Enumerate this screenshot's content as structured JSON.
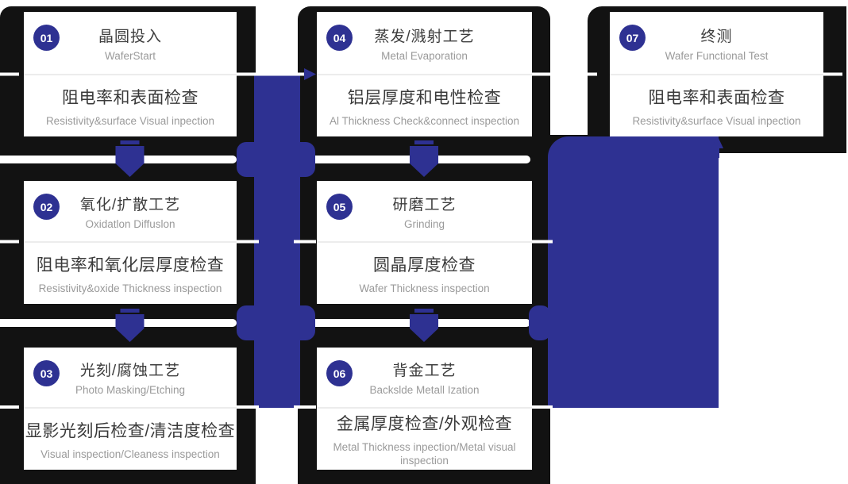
{
  "colors": {
    "accent_blue": "#2e3192",
    "frame_black": "#121212",
    "card_white": "#ffffff",
    "title_text": "#3d3d3d",
    "muted_text": "#9a9a9a"
  },
  "icons": {
    "down_arrow": "flow-down-arrow",
    "right_arrow": "flow-right-arrow",
    "up_arrow": "flow-up-arrow"
  },
  "steps": [
    {
      "number": "01",
      "title": "晶圆投入",
      "subtitle": "WaferStart",
      "inspection": "阻电率和表面检查",
      "inspection_en": "Resistivity&surface Visual inpection"
    },
    {
      "number": "02",
      "title": "氧化/扩散工艺",
      "subtitle": "Oxidatlon Diffuslon",
      "inspection": "阻电率和氧化层厚度检查",
      "inspection_en": "Resistivity&oxide Thickness inspection"
    },
    {
      "number": "03",
      "title": "光刻/腐蚀工艺",
      "subtitle": "Photo Masking/Etching",
      "inspection": "显影光刻后检查/清洁度检查",
      "inspection_en": "Visual inspection/Cleaness inspection"
    },
    {
      "number": "04",
      "title": "蒸发/溅射工艺",
      "subtitle": "Metal Evaporation",
      "inspection": "铝层厚度和电性检查",
      "inspection_en": "Al Thickness Check&connect inspection"
    },
    {
      "number": "05",
      "title": "研磨工艺",
      "subtitle": "Grinding",
      "inspection": "圆晶厚度检查",
      "inspection_en": "Wafer Thickness inspection"
    },
    {
      "number": "06",
      "title": "背金工艺",
      "subtitle": "Backslde Metall Ization",
      "inspection": "金属厚度检查/外观检查",
      "inspection_en": "Metal Thickness inpection/Metal visual inspection"
    },
    {
      "number": "07",
      "title": "终测",
      "subtitle": "Wafer Functional Test",
      "inspection": "阻电率和表面检查",
      "inspection_en": "Resistivity&surface Visual inpection"
    }
  ]
}
